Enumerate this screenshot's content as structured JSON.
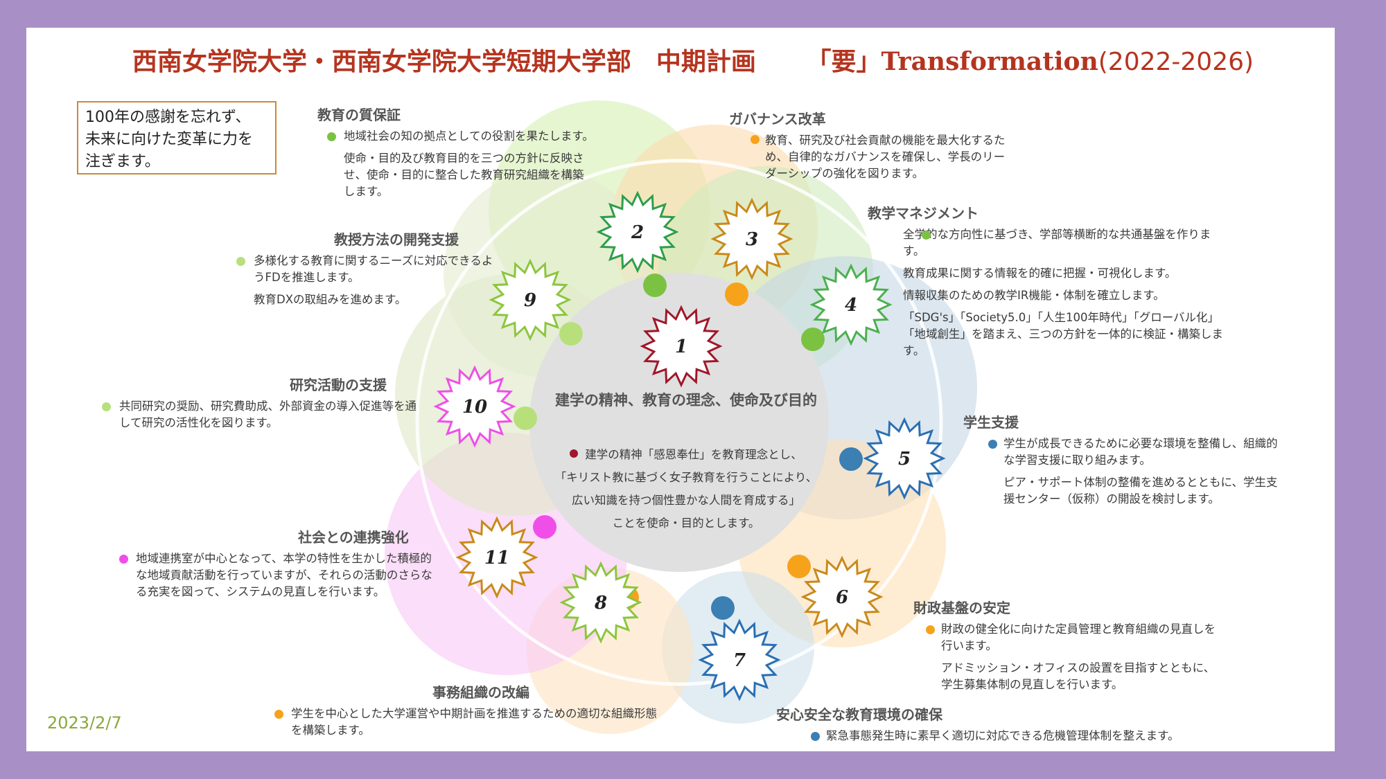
{
  "title": {
    "main": "西南女学院大学・西南女学院大学短期大学部　中期計画",
    "subtitle": "「要」Transformation",
    "years": "(2022-2026)"
  },
  "motto": [
    "100年の感謝を忘れず、",
    "未来に向けた変革に力を",
    "注ぎます。"
  ],
  "date": "2023/2/7",
  "colors": {
    "frame": "#a890c6",
    "title": "#b5341f",
    "item1": "#a0172a",
    "green": "#7cc242",
    "lightgreen": "#b7e07a",
    "orange": "#f7a21b",
    "blue": "#3b7fb3",
    "magenta": "#ef4fe8",
    "gold": "#c98a1a"
  },
  "center": {
    "title": "建学の精神、教育の理念、使命及び目的",
    "lines": [
      "建学の精神「感恩奉仕」を教育理念とし、",
      "「キリスト教に基づく女子教育を行うことにより、",
      "広い知識を持つ個性豊かな人間を育成する」",
      "ことを使命・目的とします。"
    ]
  },
  "badges": [
    {
      "num": "1",
      "color": "#a0172a"
    },
    {
      "num": "2",
      "color": "#2e9e4a"
    },
    {
      "num": "3",
      "color": "#c98a1a"
    },
    {
      "num": "4",
      "color": "#4bb04f"
    },
    {
      "num": "5",
      "color": "#2a6fb3"
    },
    {
      "num": "6",
      "color": "#c98a1a"
    },
    {
      "num": "7",
      "color": "#2a6fb3"
    },
    {
      "num": "8",
      "color": "#8cc63f"
    },
    {
      "num": "9",
      "color": "#8cc63f"
    },
    {
      "num": "10",
      "color": "#ef4fe8"
    },
    {
      "num": "11",
      "color": "#c98a1a"
    }
  ],
  "items": {
    "i2": {
      "title": "教育の質保証",
      "color": "#7cc242",
      "lines": [
        "地域社会の知の拠点としての役割を果たします。",
        "使命・目的及び教育目的を三つの方針に反映させ、使命・目的に整合した教育研究組織を構築します。"
      ]
    },
    "i3": {
      "title": "ガバナンス改革",
      "color": "#f7a21b",
      "lines": [
        "教育、研究及び社会貢献の機能を最大化するため、自律的なガバナンスを確保し、学長のリーダーシップの強化を図ります。"
      ]
    },
    "i4": {
      "title": "教学マネジメント",
      "color": "#7cc242",
      "lines": [
        "全学的な方向性に基づき、学部等横断的な共通基盤を作ります。",
        "教育成果に関する情報を的確に把握・可視化します。",
        "情報収集のための教学IR機能・体制を確立します。",
        "「SDG's」「Society5.0」「人生100年時代」「グローバル化」「地域創生」を踏まえ、三つの方針を一体的に検証・構築します。"
      ]
    },
    "i5": {
      "title": "学生支援",
      "color": "#3b7fb3",
      "lines": [
        "学生が成長できるために必要な環境を整備し、組織的な学習支援に取り組みます。",
        "ピア・サポート体制の整備を進めるとともに、学生支援センター（仮称）の開設を検討します。"
      ]
    },
    "i6": {
      "title": "財政基盤の安定",
      "color": "#f7a21b",
      "lines": [
        "財政の健全化に向けた定員管理と教育組織の見直しを行います。",
        "アドミッション・オフィスの設置を目指すとともに、学生募集体制の見直しを行います。"
      ]
    },
    "i7": {
      "title": "安心安全な教育環境の確保",
      "color": "#3b7fb3",
      "lines": [
        "緊急事態発生時に素早く適切に対応できる危機管理体制を整えます。"
      ]
    },
    "i8": {
      "title": "教授方法の開発支援",
      "color": "#b7e07a",
      "lines": [
        "多様化する教育に関するニーズに対応できるようFDを推進します。",
        "教育DXの取組みを進めます。"
      ]
    },
    "i9": {
      "title": "研究活動の支援",
      "color": "#b7e07a",
      "lines": [
        "共同研究の奨励、研究費助成、外部資金の導入促進等を通して研究の活性化を図ります。"
      ]
    },
    "i10": {
      "title": "社会との連携強化",
      "color": "#ef4fe8",
      "lines": [
        "地域連携室が中心となって、本学の特性を生かした積極的な地域貢献活動を行っていますが、それらの活動のさらなる充実を図って、システムの見直しを行います。"
      ]
    },
    "i11": {
      "title": "事務組織の改編",
      "color": "#f7a21b",
      "lines": [
        "学生を中心とした大学運営や中期計画を推進するための適切な組織形態を構築します。"
      ]
    }
  }
}
